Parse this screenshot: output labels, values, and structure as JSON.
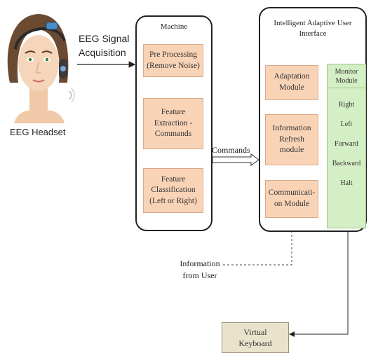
{
  "headset": {
    "caption": "EEG Headset"
  },
  "signal": {
    "label_line1": "EEG Signal",
    "label_line2": "Acquisition"
  },
  "machine": {
    "title": "Machine",
    "preprocessing": "Pre Processing (Remove Noise)",
    "feature_extraction": "Feature Extraction - Commands",
    "feature_classification": "Feature Classification (Left or Right)"
  },
  "commands_label": "Commands",
  "interface": {
    "title_line1": "Intelligent Adaptive User",
    "title_line2": "Interface",
    "adaptation": "Adaptation Module",
    "refresh": "Information Refresh module",
    "communication": "Communicati- on Module",
    "monitor": {
      "title": "Monitor Module",
      "items": [
        "Right",
        "Left",
        "Forward",
        "Backward",
        "Halt"
      ]
    }
  },
  "user_info": {
    "line1": "Information",
    "line2": "from User"
  },
  "keyboard": {
    "line1": "Virtual",
    "line2": "Keyboard"
  },
  "colors": {
    "module_fill": "#f9d3b6",
    "monitor_fill": "#d4eec5",
    "keyboard_fill": "#e9e3cc",
    "line": "#222222"
  },
  "icons": [
    "headset-face-icon"
  ]
}
